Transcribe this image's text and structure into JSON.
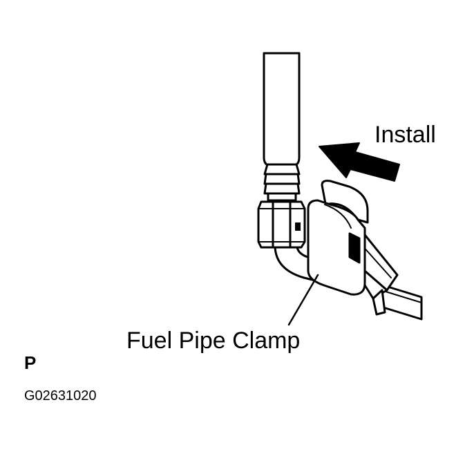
{
  "diagram": {
    "labels": {
      "install": "Install",
      "fuel_pipe_clamp": "Fuel Pipe Clamp",
      "code": "P",
      "figure_id": "G02631020"
    },
    "colors": {
      "ink": "#000000",
      "paper": "#ffffff"
    }
  }
}
